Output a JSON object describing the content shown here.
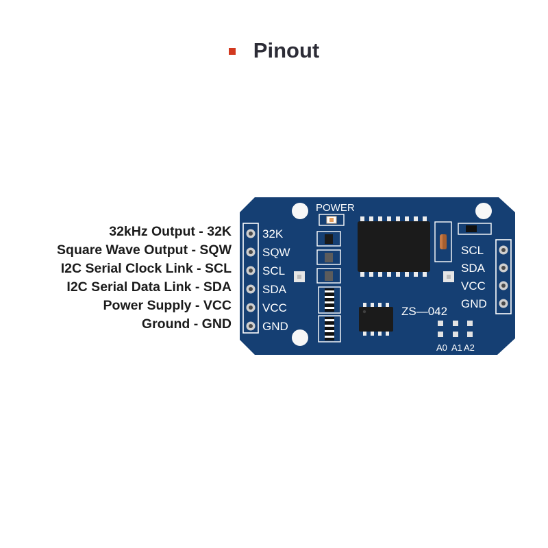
{
  "header": {
    "title": "Pinout",
    "bullet_color": "#d2391f"
  },
  "pin_descriptions": [
    "32kHz Output - 32K",
    "Square Wave Output - SQW",
    "I2C Serial Clock Link - SCL",
    "I2C Serial Data Link - SDA",
    "Power Supply - VCC",
    "Ground - GND"
  ],
  "board": {
    "color": "#153f73",
    "power_label": "POWER",
    "model_label": "ZS—042",
    "left_pins": [
      "32K",
      "SQW",
      "SCL",
      "SDA",
      "VCC",
      "GND"
    ],
    "right_pins": [
      "SCL",
      "SDA",
      "VCC",
      "GND"
    ],
    "address_labels": [
      "A0",
      "A1",
      "A2"
    ]
  }
}
